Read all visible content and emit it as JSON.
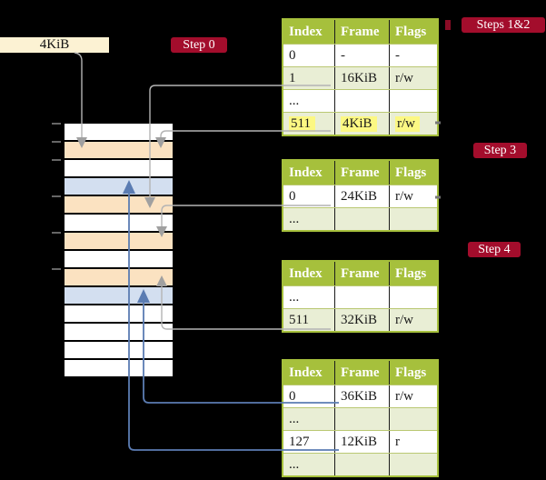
{
  "cr3_box": {
    "label": "4KiB"
  },
  "labels": {
    "step0": "Step 0",
    "steps12": "Steps 1&2",
    "step3": "Step 3",
    "step4": "Step 4"
  },
  "tables": [
    {
      "title": "page-table-steps-1-2",
      "headers": [
        "Index",
        "Frame",
        "Flags"
      ],
      "rows": [
        {
          "cells": [
            "0",
            "-",
            "-"
          ],
          "shade": false,
          "highlight": false
        },
        {
          "cells": [
            "1",
            "16KiB",
            "r/w"
          ],
          "shade": true,
          "highlight": false
        },
        {
          "cells": [
            "...",
            "",
            ""
          ],
          "shade": false,
          "highlight": false
        },
        {
          "cells": [
            "511",
            "4KiB",
            "r/w"
          ],
          "shade": true,
          "highlight": true
        }
      ]
    },
    {
      "title": "page-table-step-3",
      "headers": [
        "Index",
        "Frame",
        "Flags"
      ],
      "rows": [
        {
          "cells": [
            "0",
            "24KiB",
            "r/w"
          ],
          "shade": false,
          "highlight": false
        },
        {
          "cells": [
            "...",
            "",
            ""
          ],
          "shade": true,
          "highlight": false
        }
      ]
    },
    {
      "title": "page-table-step-4",
      "headers": [
        "Index",
        "Frame",
        "Flags"
      ],
      "rows": [
        {
          "cells": [
            "...",
            "",
            ""
          ],
          "shade": false,
          "highlight": false
        },
        {
          "cells": [
            "511",
            "32KiB",
            "r/w"
          ],
          "shade": true,
          "highlight": false
        }
      ]
    },
    {
      "title": "page-table-final",
      "headers": [
        "Index",
        "Frame",
        "Flags"
      ],
      "rows": [
        {
          "cells": [
            "0",
            "36KiB",
            "r/w"
          ],
          "shade": false,
          "highlight": false
        },
        {
          "cells": [
            "...",
            "",
            ""
          ],
          "shade": true,
          "highlight": false
        },
        {
          "cells": [
            "127",
            "12KiB",
            "r"
          ],
          "shade": false,
          "highlight": false
        },
        {
          "cells": [
            "...",
            "",
            ""
          ],
          "shade": true,
          "highlight": false
        }
      ]
    }
  ],
  "memory_stack": {
    "rows": [
      {
        "color": "white"
      },
      {
        "color": "wheat"
      },
      {
        "color": "white"
      },
      {
        "color": "blue"
      },
      {
        "color": "wheat"
      },
      {
        "color": "white"
      },
      {
        "color": "wheat"
      },
      {
        "color": "white"
      },
      {
        "color": "wheat"
      },
      {
        "color": "blue"
      },
      {
        "color": "white"
      },
      {
        "color": "white"
      },
      {
        "color": "white"
      },
      {
        "color": "white"
      }
    ]
  },
  "colors": {
    "green": "#a6c03c",
    "rowgreen": "#e9eed5",
    "wheat": "#fbe2c1",
    "blue": "#d3dff0",
    "cream": "#fcf2d3",
    "red": "#a30d2c",
    "yellow": "#fcf883",
    "grayline": "#b4b4b4",
    "blueline": "#5b7cb2"
  }
}
